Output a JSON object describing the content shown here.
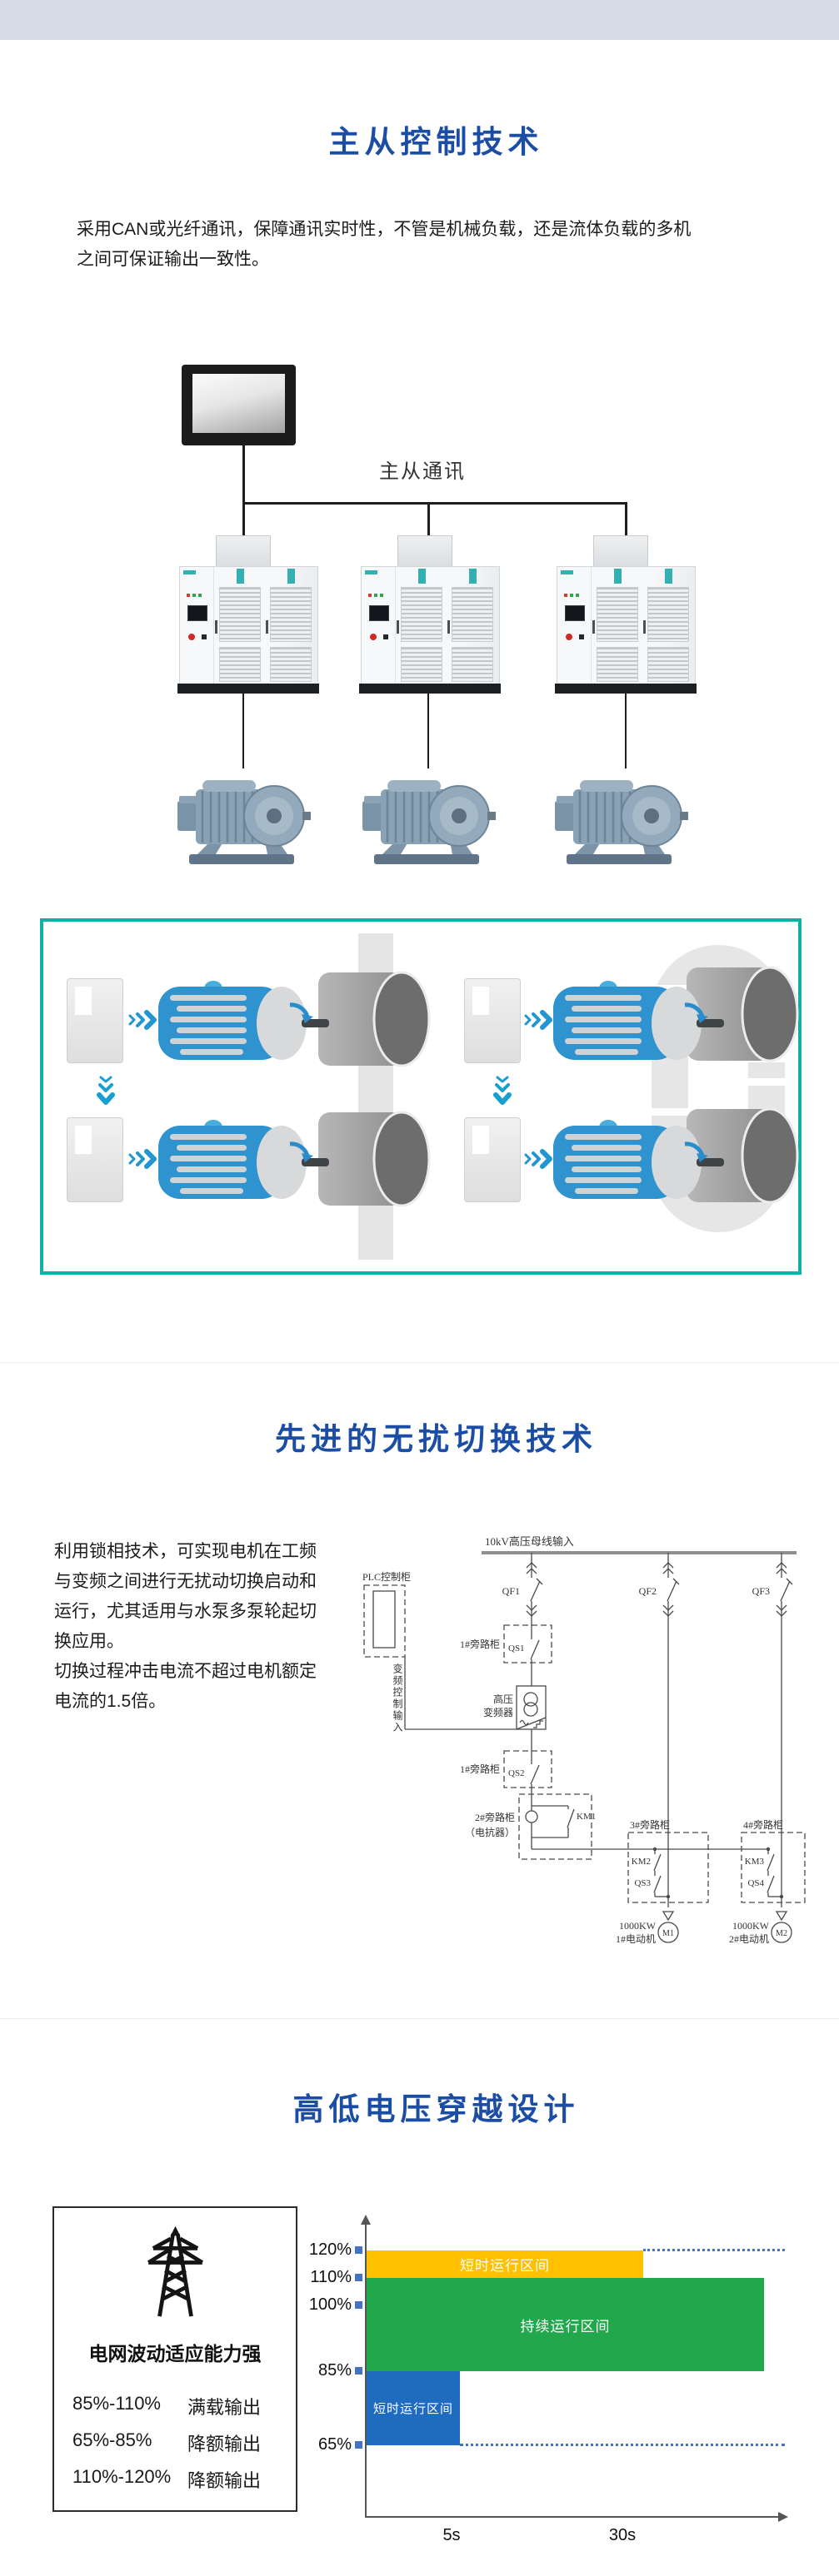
{
  "page": {
    "header_band_color": "#d5dce8",
    "accent_title_blue": "#1a4da3",
    "teal_border": "#10b0a5"
  },
  "section1": {
    "title": "主从控制技术",
    "paragraph_line1": "采用CAN或光纤通讯，保障通讯实时性，不管是机械负载，还是流体负载的多机",
    "paragraph_line2": "之间可保证输出一致性。",
    "diagram": {
      "comm_label": "主从通讯"
    }
  },
  "section2": {
    "title": "先进的无扰切换技术",
    "paragraph_lines": [
      "利用锁相技术，可实现电机在工频",
      "与变频之间进行无扰动切换启动和",
      "运行，尤其适用与水泵多泵轮起切",
      "换应用。",
      "切换过程冲击电流不超过电机额定",
      "电流的1.5倍。"
    ],
    "circuit": {
      "bus_input": "10kV高压母线输入",
      "plc_cabinet": "PLC控制柜",
      "vfd_control_input": "变频控制输入",
      "qf1": "QF1",
      "qf2": "QF2",
      "qf3": "QF3",
      "bypass1": "1#旁路柜",
      "qs1": "QS1",
      "qs2": "QS2",
      "hv_vfd_line1": "高压",
      "hv_vfd_line2": "变频器",
      "bypass2_line1": "2#旁路柜",
      "bypass2_line2": "（电抗器）",
      "km1": "KM1",
      "bypass3": "3#旁路柜",
      "km2": "KM2",
      "qs3": "QS3",
      "bypass4": "4#旁路柜",
      "km3": "KM3",
      "qs4": "QS4",
      "motor1_power": "1000KW",
      "motor1_name": "1#电动机",
      "m1": "M1",
      "motor2_power": "1000KW",
      "motor2_name": "2#电动机",
      "m2": "M2"
    }
  },
  "section3": {
    "title": "高低电压穿越设计",
    "info_box": {
      "heading": "电网波动适应能力强",
      "rows": [
        {
          "range": "85%-110%",
          "output": "满载输出"
        },
        {
          "range": "65%-85%",
          "output": "降额输出"
        },
        {
          "range": "110%-120%",
          "output": "降额输出"
        }
      ]
    }
  },
  "chart_data": {
    "type": "bar",
    "orientation": "horizontal-range-bars",
    "title": "",
    "xlabel": "",
    "ylabel": "",
    "y_ticks": [
      "120%",
      "110%",
      "100%",
      "85%",
      "65%"
    ],
    "x_ticks": [
      "5s",
      "30s"
    ],
    "grid": false,
    "bars": [
      {
        "label": "短时运行区间",
        "voltage_range_pct": [
          110,
          120
        ],
        "color": "#FFC000",
        "relative_length": 0.67
      },
      {
        "label": "持续运行区间",
        "voltage_range_pct": [
          85,
          110
        ],
        "color": "#21A84D",
        "relative_length": 0.96
      },
      {
        "label": "短时运行区间",
        "voltage_range_pct": [
          65,
          85
        ],
        "color": "#1F6BC0",
        "relative_length": 0.23
      }
    ],
    "dotted_reference_levels_pct": [
      120,
      65
    ],
    "dotted_line_color": "#4472C4",
    "tick_marker_color": "#4472C4"
  }
}
